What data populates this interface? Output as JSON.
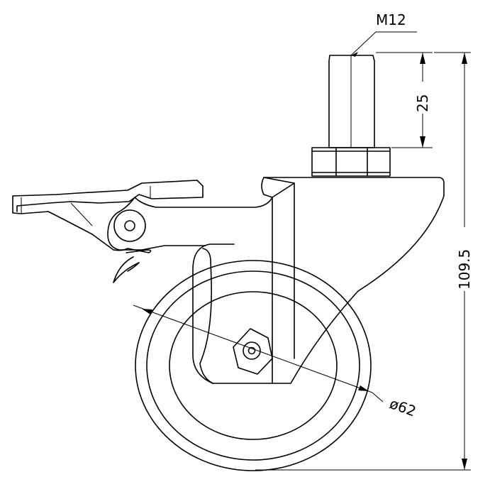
{
  "dimensions": {
    "thread": "M12",
    "stem_length": "25",
    "overall_height": "109.5",
    "wheel_diameter": "ø62"
  }
}
